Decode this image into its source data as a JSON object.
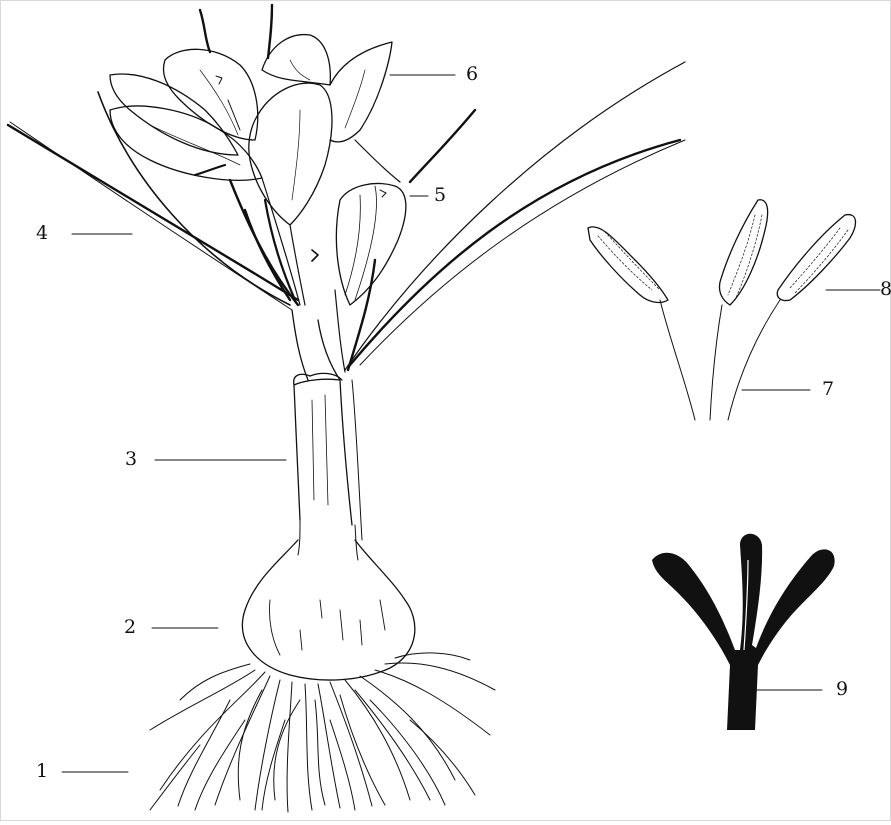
{
  "labels": {
    "l1": "1",
    "l2": "2",
    "l3": "3",
    "l4": "4",
    "l5": "5",
    "l6": "6",
    "l7": "7",
    "l8": "8",
    "l9": "9"
  },
  "colors": {
    "ink": "#111111",
    "paper": "#ffffff",
    "border": "#d8d8d8"
  }
}
